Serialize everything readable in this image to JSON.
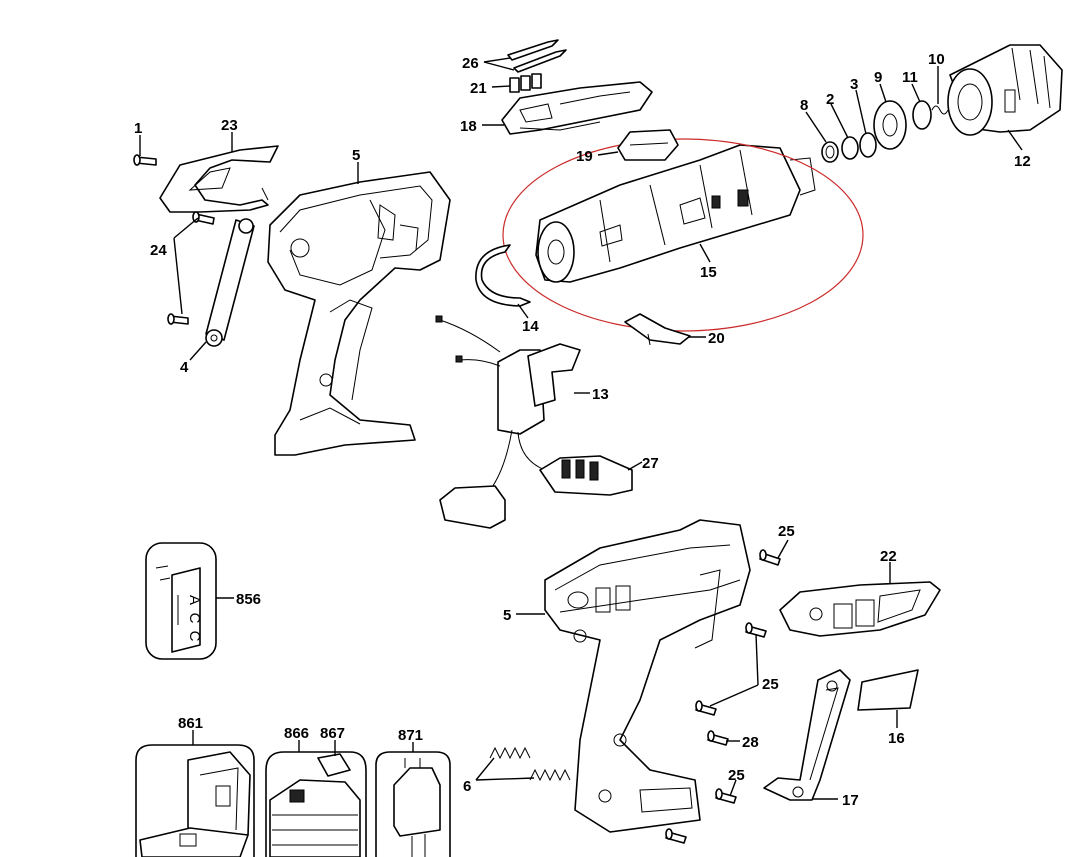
{
  "diagram": {
    "highlight_color": "#cc2b2b",
    "line_color": "#000000",
    "part_labels": {
      "p1": "1",
      "p23": "23",
      "p24": "24",
      "p4": "4",
      "p5_top": "5",
      "p26": "26",
      "p21": "21",
      "p18": "18",
      "p19": "19",
      "p15": "15",
      "p14": "14",
      "p20": "20",
      "p8": "8",
      "p2": "2",
      "p3": "3",
      "p9": "9",
      "p11": "11",
      "p10": "10",
      "p12": "12",
      "p13": "13",
      "p27": "27",
      "p856": "856",
      "p5_bottom": "5",
      "p25_a": "25",
      "p22": "22",
      "p25_b": "25",
      "p16": "16",
      "p28": "28",
      "p6": "6",
      "p25_c": "25",
      "p17": "17",
      "p861": "861",
      "p866": "866",
      "p867": "867",
      "p871": "871"
    },
    "label_insert_text": [
      "A",
      "C",
      "C"
    ]
  }
}
